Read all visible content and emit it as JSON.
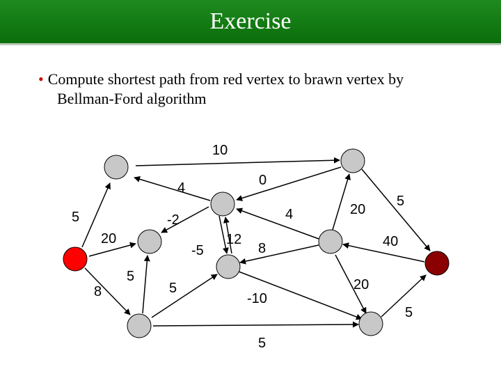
{
  "slide": {
    "title": "Exercise",
    "bullet_line1": "Compute shortest path from red vertex to brawn vertex by",
    "bullet_line2": "Bellman-Ford algorithm"
  },
  "colors": {
    "title_bar": "#0a7a0a",
    "vertex_default": "#c8c8c8",
    "vertex_source": "#ff0000",
    "vertex_target": "#8b0000",
    "bullet": "#cc0000"
  },
  "graph": {
    "vertices": [
      {
        "id": "v1",
        "role": "normal"
      },
      {
        "id": "v2",
        "role": "normal"
      },
      {
        "id": "v3",
        "role": "normal"
      },
      {
        "id": "v4",
        "role": "source"
      },
      {
        "id": "v5",
        "role": "normal"
      },
      {
        "id": "v6",
        "role": "normal"
      },
      {
        "id": "v7",
        "role": "normal"
      },
      {
        "id": "v8",
        "role": "normal"
      },
      {
        "id": "v9",
        "role": "normal"
      },
      {
        "id": "v10",
        "role": "normal"
      },
      {
        "id": "v11",
        "role": "target"
      }
    ],
    "edge_weights": {
      "v1_v2": "10",
      "v3_v1": "4",
      "v2_v3": "0",
      "v4_v1": "5",
      "v3_v5": "-2",
      "v8_v3": "4",
      "v4_v5": "20",
      "v3_v6": "-5",
      "v6_v3": "12",
      "v8_v6": "8",
      "v4_v7": "8",
      "v7_v5": "5",
      "v7_v6": "5",
      "v6_v9": "-10",
      "v7_v9": "5",
      "v8_v2": "20",
      "v2_v11": "5",
      "v11_v8": "40",
      "v8_v9": "20",
      "v9_v11": "5"
    }
  }
}
